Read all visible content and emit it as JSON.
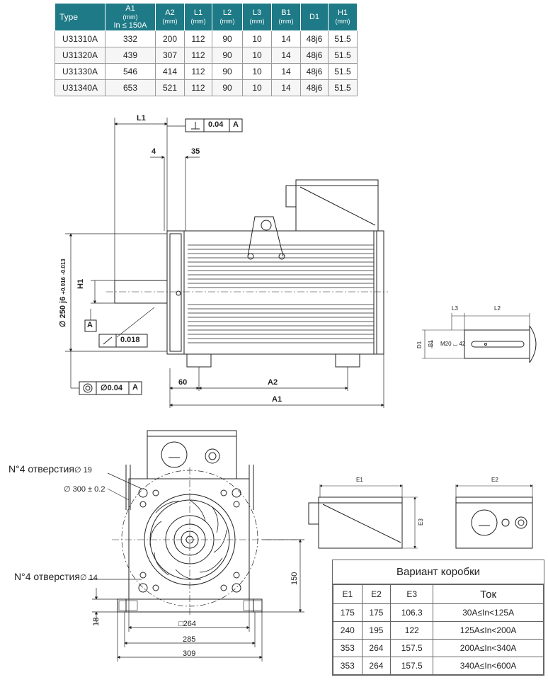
{
  "spec_table": {
    "headers": [
      {
        "title": "Type",
        "sub": "",
        "sub2": ""
      },
      {
        "title": "A1",
        "sub": "(mm)",
        "sub2": "In ≤ 150A"
      },
      {
        "title": "A2",
        "sub": "(mm)",
        "sub2": ""
      },
      {
        "title": "L1",
        "sub": "(mm)",
        "sub2": ""
      },
      {
        "title": "L2",
        "sub": "(mm)",
        "sub2": ""
      },
      {
        "title": "L3",
        "sub": "(mm)",
        "sub2": ""
      },
      {
        "title": "B1",
        "sub": "(mm)",
        "sub2": ""
      },
      {
        "title": "D1",
        "sub": "",
        "sub2": ""
      },
      {
        "title": "H1",
        "sub": "(mm)",
        "sub2": ""
      }
    ],
    "rows": [
      [
        "U31310A",
        "332",
        "200",
        "112",
        "90",
        "10",
        "14",
        "48j6",
        "51.5"
      ],
      [
        "U31320A",
        "439",
        "307",
        "112",
        "90",
        "10",
        "14",
        "48j6",
        "51.5"
      ],
      [
        "U31330A",
        "546",
        "414",
        "112",
        "90",
        "10",
        "14",
        "48j6",
        "51.5"
      ],
      [
        "U31340A",
        "653",
        "521",
        "112",
        "90",
        "10",
        "14",
        "48j6",
        "51.5"
      ]
    ]
  },
  "side_view": {
    "l1": "L1",
    "tol_flat": "0.04",
    "tol_flat_ref": "A",
    "dim_4": "4",
    "dim_35": "35",
    "h1": "H1",
    "datum_a": "A",
    "runout": "0.018",
    "diam_label": "∅ 250 j6",
    "diam_tol_upper": "+0.016",
    "diam_tol_lower": "-0.013",
    "concentric": "∅0.04",
    "concentric_ref": "A",
    "dim_60": "60",
    "a2": "A2",
    "a1": "A1"
  },
  "shaft_view": {
    "l3": "L3",
    "l2": "L2",
    "d1": "D1",
    "b1": "B1",
    "thread": "M20",
    "thread_depth": "42"
  },
  "front_view": {
    "holes_top": "N°4 отверстия",
    "holes_top_d": "∅ 19",
    "circle_d": "∅ 300 ± 0.2",
    "holes_bottom": "N°4 отверстия",
    "holes_bottom_d": "∅ 14",
    "dim_18": "18",
    "dim_150": "150",
    "square_264": "□264",
    "dim_285": "285",
    "dim_309": "309"
  },
  "box_views": {
    "e1": "E1",
    "e2": "E2",
    "e3": "E3"
  },
  "variant_table": {
    "title": "Вариант коробки",
    "headers": [
      "E1",
      "E2",
      "E3",
      "Ток"
    ],
    "rows": [
      [
        "175",
        "175",
        "106.3",
        "30A≤In<125A"
      ],
      [
        "240",
        "195",
        "122",
        "125A≤In<200A"
      ],
      [
        "353",
        "264",
        "157.5",
        "200A≤In<340A"
      ],
      [
        "353",
        "264",
        "157.5",
        "340A≤In<600A"
      ]
    ]
  },
  "colors": {
    "header_bg": "#1e7a86",
    "line": "#222222"
  }
}
